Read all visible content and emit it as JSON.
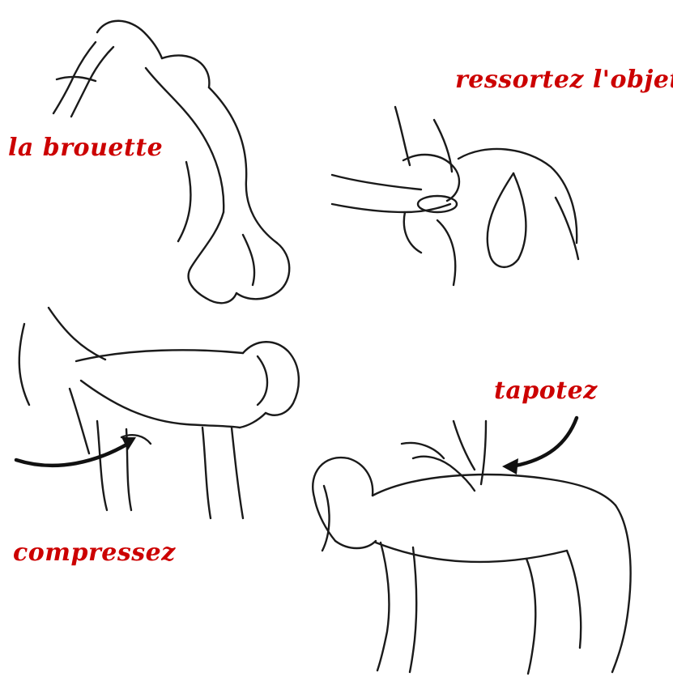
{
  "labels": {
    "wheelbarrow": "la brouette",
    "remove_object": "ressortez l'objet",
    "pat": "tapotez",
    "compress": "compressez"
  },
  "colors": {
    "label_text": "#cc0000",
    "line_art": "#1a1a1a",
    "background": "#ffffff"
  }
}
